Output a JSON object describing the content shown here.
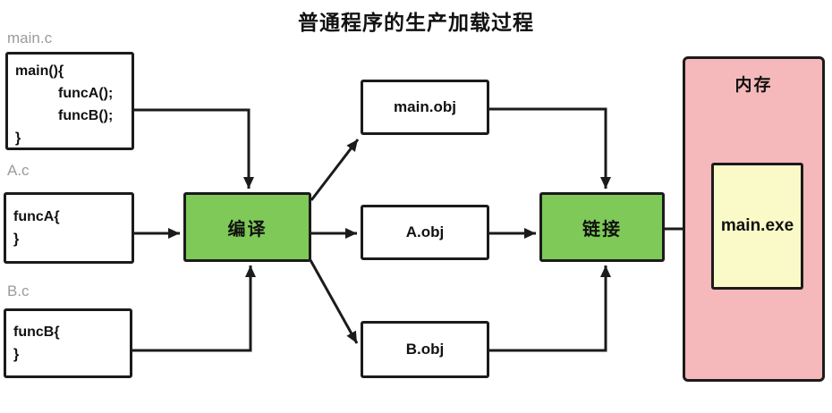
{
  "title": "普通程序的生产加载过程",
  "source_files": [
    {
      "label": "main.c",
      "code_lines": [
        "main(){",
        "funcA();",
        "funcB();",
        "}"
      ]
    },
    {
      "label": "A.c",
      "code_lines": [
        "funcA{",
        "}"
      ]
    },
    {
      "label": "B.c",
      "code_lines": [
        "funcB{",
        "}"
      ]
    }
  ],
  "process": {
    "compile": "编译",
    "link": "链接"
  },
  "object_files": [
    "main.obj",
    "A.obj",
    "B.obj"
  ],
  "memory": {
    "label": "内存",
    "executable": "main.exe"
  },
  "colors": {
    "node-green": "#7ec957",
    "memory-pink": "#f5b8bb",
    "exe-yellow": "#fafac8",
    "stroke-black": "#1b1b1b",
    "label-gray": "#9b9b9b"
  }
}
